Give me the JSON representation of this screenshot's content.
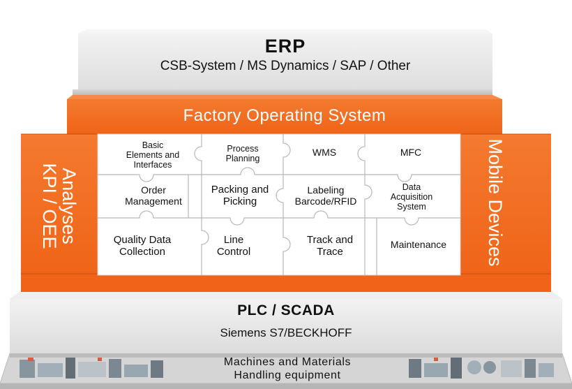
{
  "erp": {
    "title": "ERP",
    "subtitle": "CSB-System / MS Dynamics / SAP / Other"
  },
  "fos": {
    "title": "Factory Operating System",
    "left_label_line1": "Analyses",
    "left_label_line2": "KPI / OEE",
    "right_label": "Mobile Devices"
  },
  "modules": [
    {
      "line1": "Basic",
      "line2": "Elements and",
      "line3": "Interfaces"
    },
    {
      "line1": "Process",
      "line2": "Planning",
      "line3": ""
    },
    {
      "line1": "WMS",
      "line2": "",
      "line3": ""
    },
    {
      "line1": "MFC",
      "line2": "",
      "line3": ""
    },
    {
      "line1": "Order",
      "line2": "Management",
      "line3": ""
    },
    {
      "line1": "Packing and",
      "line2": "Picking",
      "line3": ""
    },
    {
      "line1": "Labeling",
      "line2": "Barcode/RFID",
      "line3": ""
    },
    {
      "line1": "Data",
      "line2": "Acquisition",
      "line3": "System"
    },
    {
      "line1": "Quality Data",
      "line2": "Collection",
      "line3": ""
    },
    {
      "line1": "Line",
      "line2": "Control",
      "line3": ""
    },
    {
      "line1": "Track and",
      "line2": "Trace",
      "line3": ""
    },
    {
      "line1": "Maintenance",
      "line2": "",
      "line3": ""
    }
  ],
  "plc": {
    "title": "PLC / SCADA",
    "subtitle": "Siemens S7/BECKHOFF"
  },
  "machines": {
    "line1": "Machines and Materials",
    "line2": "Handling equipment"
  },
  "colors": {
    "orange": "#f26a21",
    "gray_face": "#e6e6e6",
    "gray_side": "#c9c9c9"
  }
}
